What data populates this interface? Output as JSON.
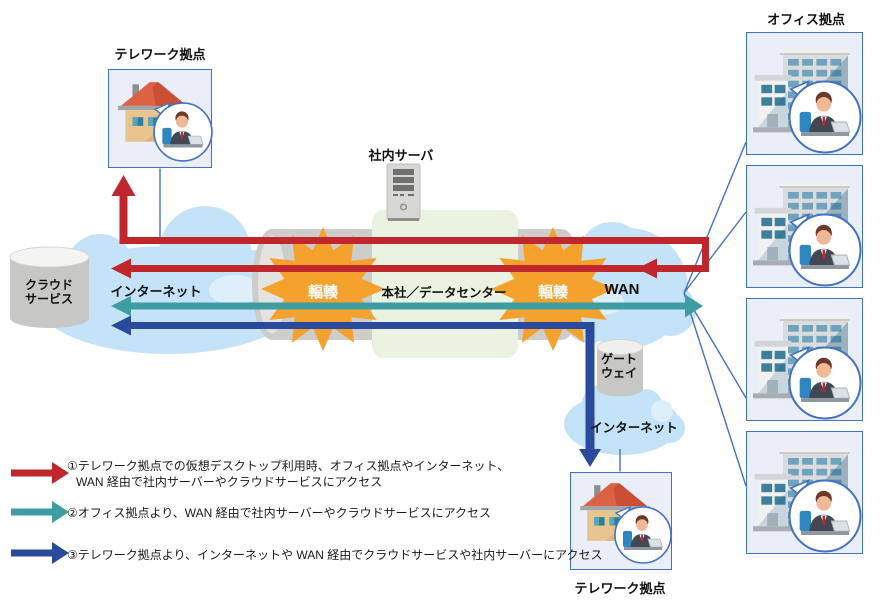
{
  "diagram": {
    "nodes": {
      "telework_top_label": "テレワーク拠点",
      "telework_bottom_label": "テレワーク拠点",
      "office_label": "オフィス拠点",
      "server_label": "社内サーバ",
      "datacenter_label": "本社／データセンター",
      "congestion_label": "輻輳",
      "internet_left_label": "インターネット",
      "internet_bottom_label": "インターネット",
      "wan_label": "WAN",
      "cloud_service_label_line1": "クラウド",
      "cloud_service_label_line2": "サービス",
      "gateway_label_line1": "ゲート",
      "gateway_label_line2": "ウェイ"
    },
    "office_site_count": 4
  },
  "legend": {
    "items": [
      {
        "marker": "red-arrow",
        "line1": "①テレワーク拠点での仮想デスクトップ利用時、オフィス拠点やインターネット、",
        "line2": "WAN 経由で社内サーバーやクラウドサービスにアクセス"
      },
      {
        "marker": "teal-arrow",
        "line1": "②オフィス拠点より、WAN 経由で社内サーバーやクラウドサービスにアクセス"
      },
      {
        "marker": "blue-arrow",
        "line1": "③テレワーク拠点より、インターネットや WAN 経由でクラウドサービスや社内サーバーにアクセス"
      }
    ]
  },
  "colors": {
    "red": "#C0272D",
    "teal": "#3D9DA3",
    "blue": "#2A4B9D",
    "thin_blue": "#4472C4",
    "orange": "#F5A12D",
    "cloud": "#C5E3F8",
    "cloud_light": "#DEEFFB",
    "green_box": "#EAF3E1",
    "node_bg": "#E9EEF9",
    "node_border": "#4472C4",
    "pipe_gray": "#CDCECC"
  }
}
